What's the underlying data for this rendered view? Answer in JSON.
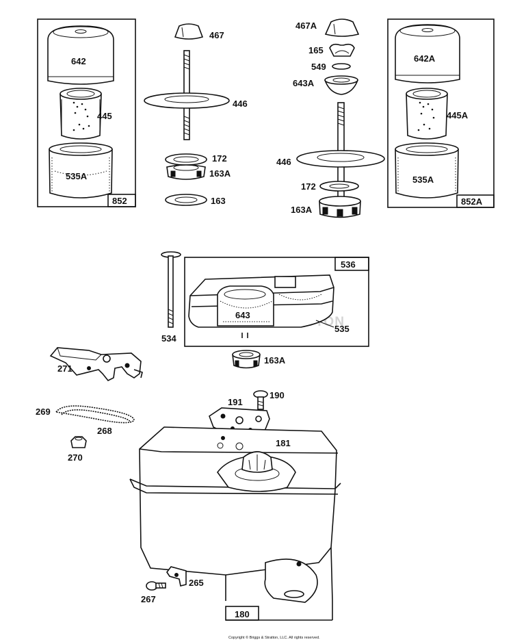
{
  "watermark": "BRIGGS & STRATTON",
  "copyright": "Copyright © Briggs & Stratton, LLC. All rights reserved.",
  "kits": {
    "k852": "852",
    "k852A": "852A",
    "k536": "536",
    "k180": "180"
  },
  "parts": {
    "p642": "642",
    "p445": "445",
    "p535A_left": "535A",
    "p467": "467",
    "p446_left": "446",
    "p172_left": "172",
    "p163A_left": "163A",
    "p163": "163",
    "p467A": "467A",
    "p165": "165",
    "p549": "549",
    "p643A": "643A",
    "p446_right": "446",
    "p172_right": "172",
    "p163A_right": "163A",
    "p642A": "642A",
    "p445A": "445A",
    "p535A_right": "535A",
    "p534": "534",
    "p643": "643",
    "p535": "535",
    "p163A_mid": "163A",
    "p271": "271",
    "p269": "269",
    "p268": "268",
    "p270": "270",
    "p191": "191",
    "p190": "190",
    "p181": "181",
    "p265": "265",
    "p267": "267"
  }
}
